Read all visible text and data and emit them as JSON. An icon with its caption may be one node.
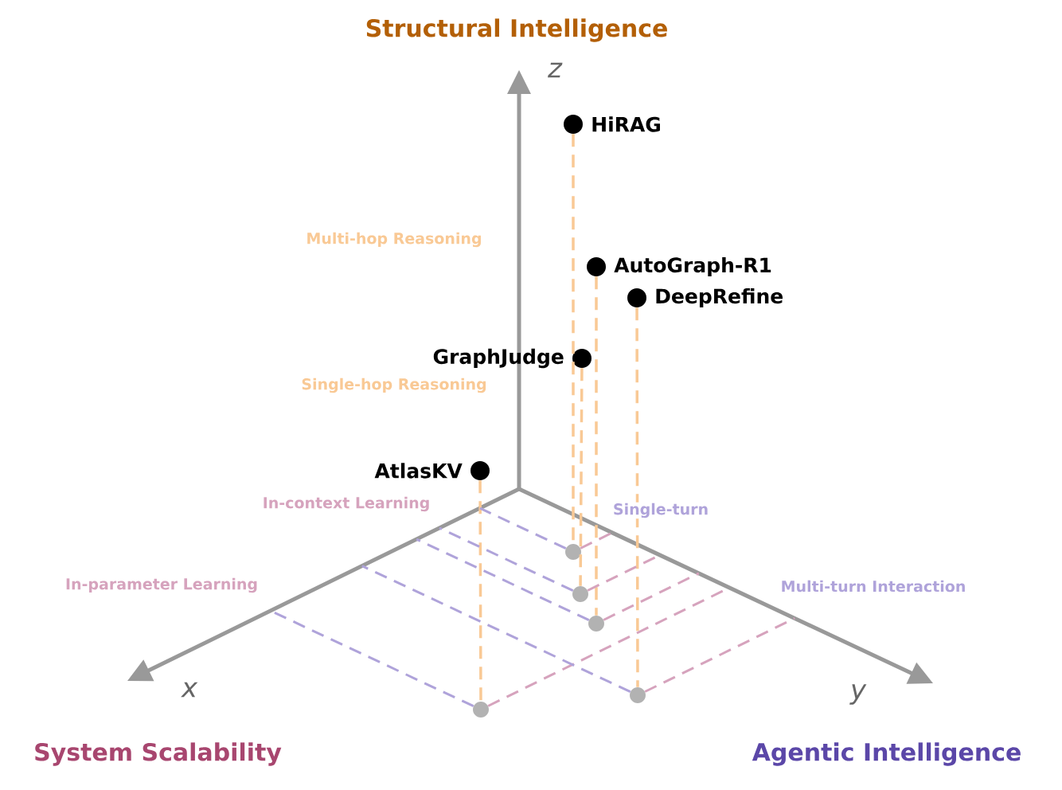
{
  "diagram": {
    "nodes": [
      {
        "text": [],
        "shape": "circle",
        "beside": [
          "HiRAG"
        ]
      },
      {
        "text": [],
        "shape": "circle",
        "beside": [
          "AutoGraph-R1"
        ]
      },
      {
        "text": [],
        "shape": "circle",
        "beside": [
          "DeepRefine"
        ]
      },
      {
        "text": [],
        "shape": "circle",
        "beside": [
          "GraphJudge"
        ]
      },
      {
        "text": [],
        "shape": "circle",
        "beside": [
          "AtlasKV"
        ]
      },
      {
        "text": [],
        "shape": "circle"
      },
      {
        "text": [],
        "shape": "circle"
      },
      {
        "text": [],
        "shape": "circle"
      },
      {
        "text": [],
        "shape": "circle"
      },
      {
        "text": [],
        "shape": "circle"
      }
    ],
    "edges": [
      {
        "from": 0,
        "to": 6,
        "arrow": "none",
        "style": "dashed"
      },
      {
        "from": 1,
        "to": 8,
        "arrow": "none",
        "style": "dashed"
      },
      {
        "from": 2,
        "to": 9,
        "arrow": "none",
        "style": "dashed"
      },
      {
        "from": 3,
        "to": 7,
        "arrow": "none",
        "style": "dashed"
      },
      {
        "from": 4,
        "to": 5,
        "arrow": "none",
        "style": "dashed"
      },
      {
        "from": 5,
        "to": null,
        "arrow": "none",
        "style": "dashed",
        "color": "#afa3da"
      },
      {
        "from": 5,
        "to": null,
        "arrow": "none",
        "style": "dashed",
        "color": "#d6a3bd"
      },
      {
        "from": 6,
        "to": null,
        "arrow": "none",
        "style": "dashed",
        "color": "#afa3da"
      },
      {
        "from": 6,
        "to": null,
        "arrow": "none",
        "style": "dashed",
        "color": "#d6a3bd"
      },
      {
        "from": 7,
        "to": null,
        "arrow": "none",
        "style": "dashed",
        "color": "#afa3da"
      },
      {
        "from": 7,
        "to": null,
        "arrow": "none",
        "style": "dashed",
        "color": "#d6a3bd"
      },
      {
        "from": 8,
        "to": null,
        "arrow": "none",
        "style": "dashed",
        "color": "#afa3da"
      },
      {
        "from": 8,
        "to": null,
        "arrow": "none",
        "style": "dashed",
        "color": "#d6a3bd"
      },
      {
        "from": 9,
        "to": null,
        "arrow": "none",
        "style": "dashed",
        "color": "#afa3da"
      },
      {
        "from": 9,
        "to": null,
        "arrow": "none",
        "style": "dashed",
        "color": "#d6a3bd"
      }
    ],
    "labels": [
      "Structural Intelligence",
      "z",
      "Multi-hop Reasoning",
      "Single-hop Reasoning",
      "In-context Learning",
      "Single-turn",
      "In-parameter Learning",
      "Multi-turn Interaction",
      "x",
      "y",
      "System Scalability",
      "Agentic Intelligence"
    ]
  }
}
